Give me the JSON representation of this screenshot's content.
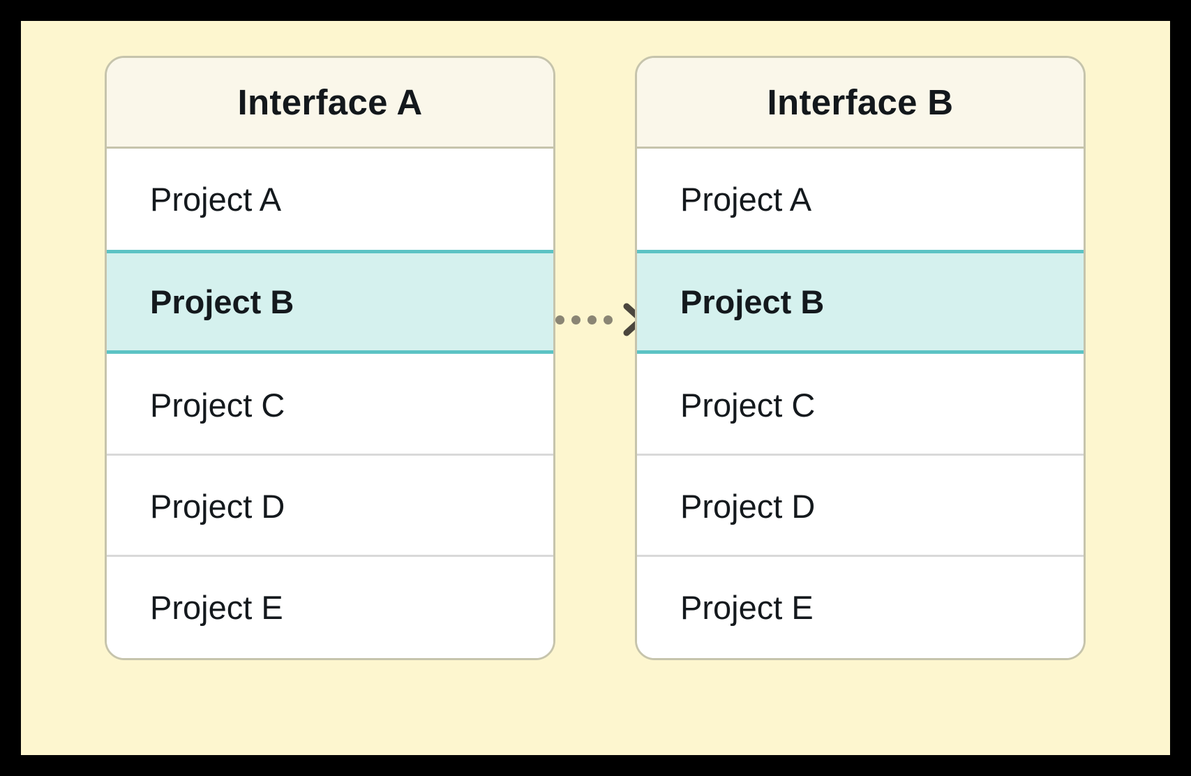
{
  "theme": {
    "frame_color": "#000000",
    "canvas_background": "#fdf6cf",
    "panel_background": "#ffffff",
    "panel_border": "#c6c4ac",
    "panel_header_background": "#faf7ea",
    "row_separator": "#d9d9d9",
    "highlight_fill": "#d5f1ee",
    "highlight_border": "#5cc3c4",
    "text_color": "#14191d",
    "connector_dot_color": "#8a8574",
    "connector_chevron_color": "#4b463d"
  },
  "panels": [
    {
      "id": "interface-a",
      "header": "Interface A",
      "rows": [
        {
          "label": "Project A",
          "highlighted": false,
          "separator_below": false
        },
        {
          "label": "Project B",
          "highlighted": true,
          "separator_below": false
        },
        {
          "label": "Project C",
          "highlighted": false,
          "separator_below": true
        },
        {
          "label": "Project D",
          "highlighted": false,
          "separator_below": true
        },
        {
          "label": "Project E",
          "highlighted": false,
          "separator_below": false
        }
      ]
    },
    {
      "id": "interface-b",
      "header": "Interface B",
      "rows": [
        {
          "label": "Project A",
          "highlighted": false,
          "separator_below": false
        },
        {
          "label": "Project B",
          "highlighted": true,
          "separator_below": false
        },
        {
          "label": "Project C",
          "highlighted": false,
          "separator_below": true
        },
        {
          "label": "Project D",
          "highlighted": false,
          "separator_below": true
        },
        {
          "label": "Project E",
          "highlighted": false,
          "separator_below": false
        }
      ]
    }
  ],
  "connector": {
    "icon": "dotted-arrow-right-icon",
    "dot_count": 4,
    "direction": "right"
  }
}
